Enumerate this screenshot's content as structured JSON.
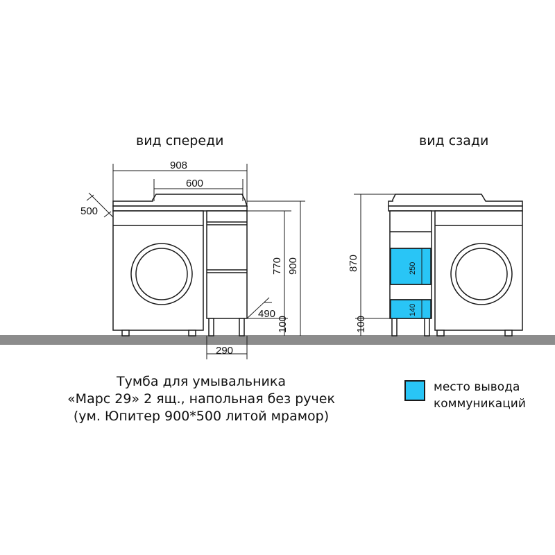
{
  "views": {
    "front_title": "вид спереди",
    "back_title": "вид сзади"
  },
  "front_dims": {
    "total_width": "908",
    "sink_width": "600",
    "depth": "500",
    "height_770": "770",
    "height_900": "900",
    "drawer_depth": "490",
    "leg_height": "100",
    "cabinet_width": "290"
  },
  "back_dims": {
    "height_870": "870",
    "leg_height": "100",
    "utility_upper": "250",
    "utility_lower": "140"
  },
  "description": {
    "line1": "Тумба для умывальника",
    "line2": "«Марс 29» 2 ящ., напольная без ручек",
    "line3": "(ум. Юпитер 900*500 литой мрамор)"
  },
  "legend": {
    "label_line1": "место вывода",
    "label_line2": "коммуникаций",
    "color": "#29c5f6"
  },
  "colors": {
    "floor": "#8c8c8c",
    "line": "#1a1a1a",
    "utility": "#29c5f6"
  }
}
